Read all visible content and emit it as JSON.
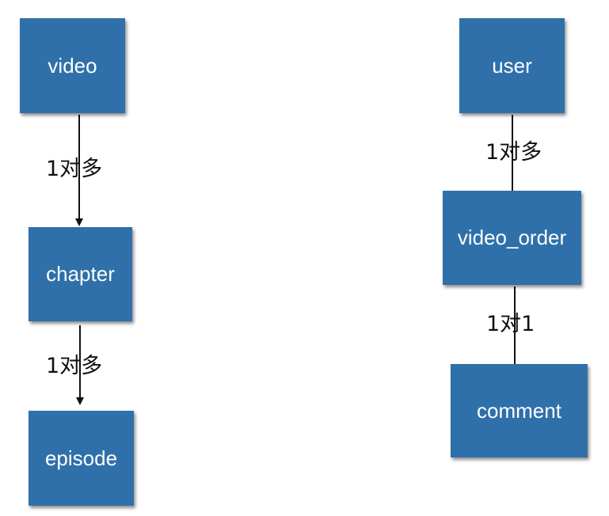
{
  "diagram": {
    "colors": {
      "node_fill": "#2f70aa",
      "node_text": "#ffffff",
      "edge": "#111111"
    },
    "nodes": {
      "video": "video",
      "chapter": "chapter",
      "episode": "episode",
      "user": "user",
      "video_order": "video_order",
      "comment": "comment"
    },
    "edges": [
      {
        "from": "video",
        "to": "chapter",
        "label": "1对多",
        "arrow": true
      },
      {
        "from": "chapter",
        "to": "episode",
        "label": "1对多",
        "arrow": true
      },
      {
        "from": "user",
        "to": "video_order",
        "label": "1对多",
        "arrow": false
      },
      {
        "from": "video_order",
        "to": "comment",
        "label": "1对1",
        "arrow": false
      }
    ]
  }
}
